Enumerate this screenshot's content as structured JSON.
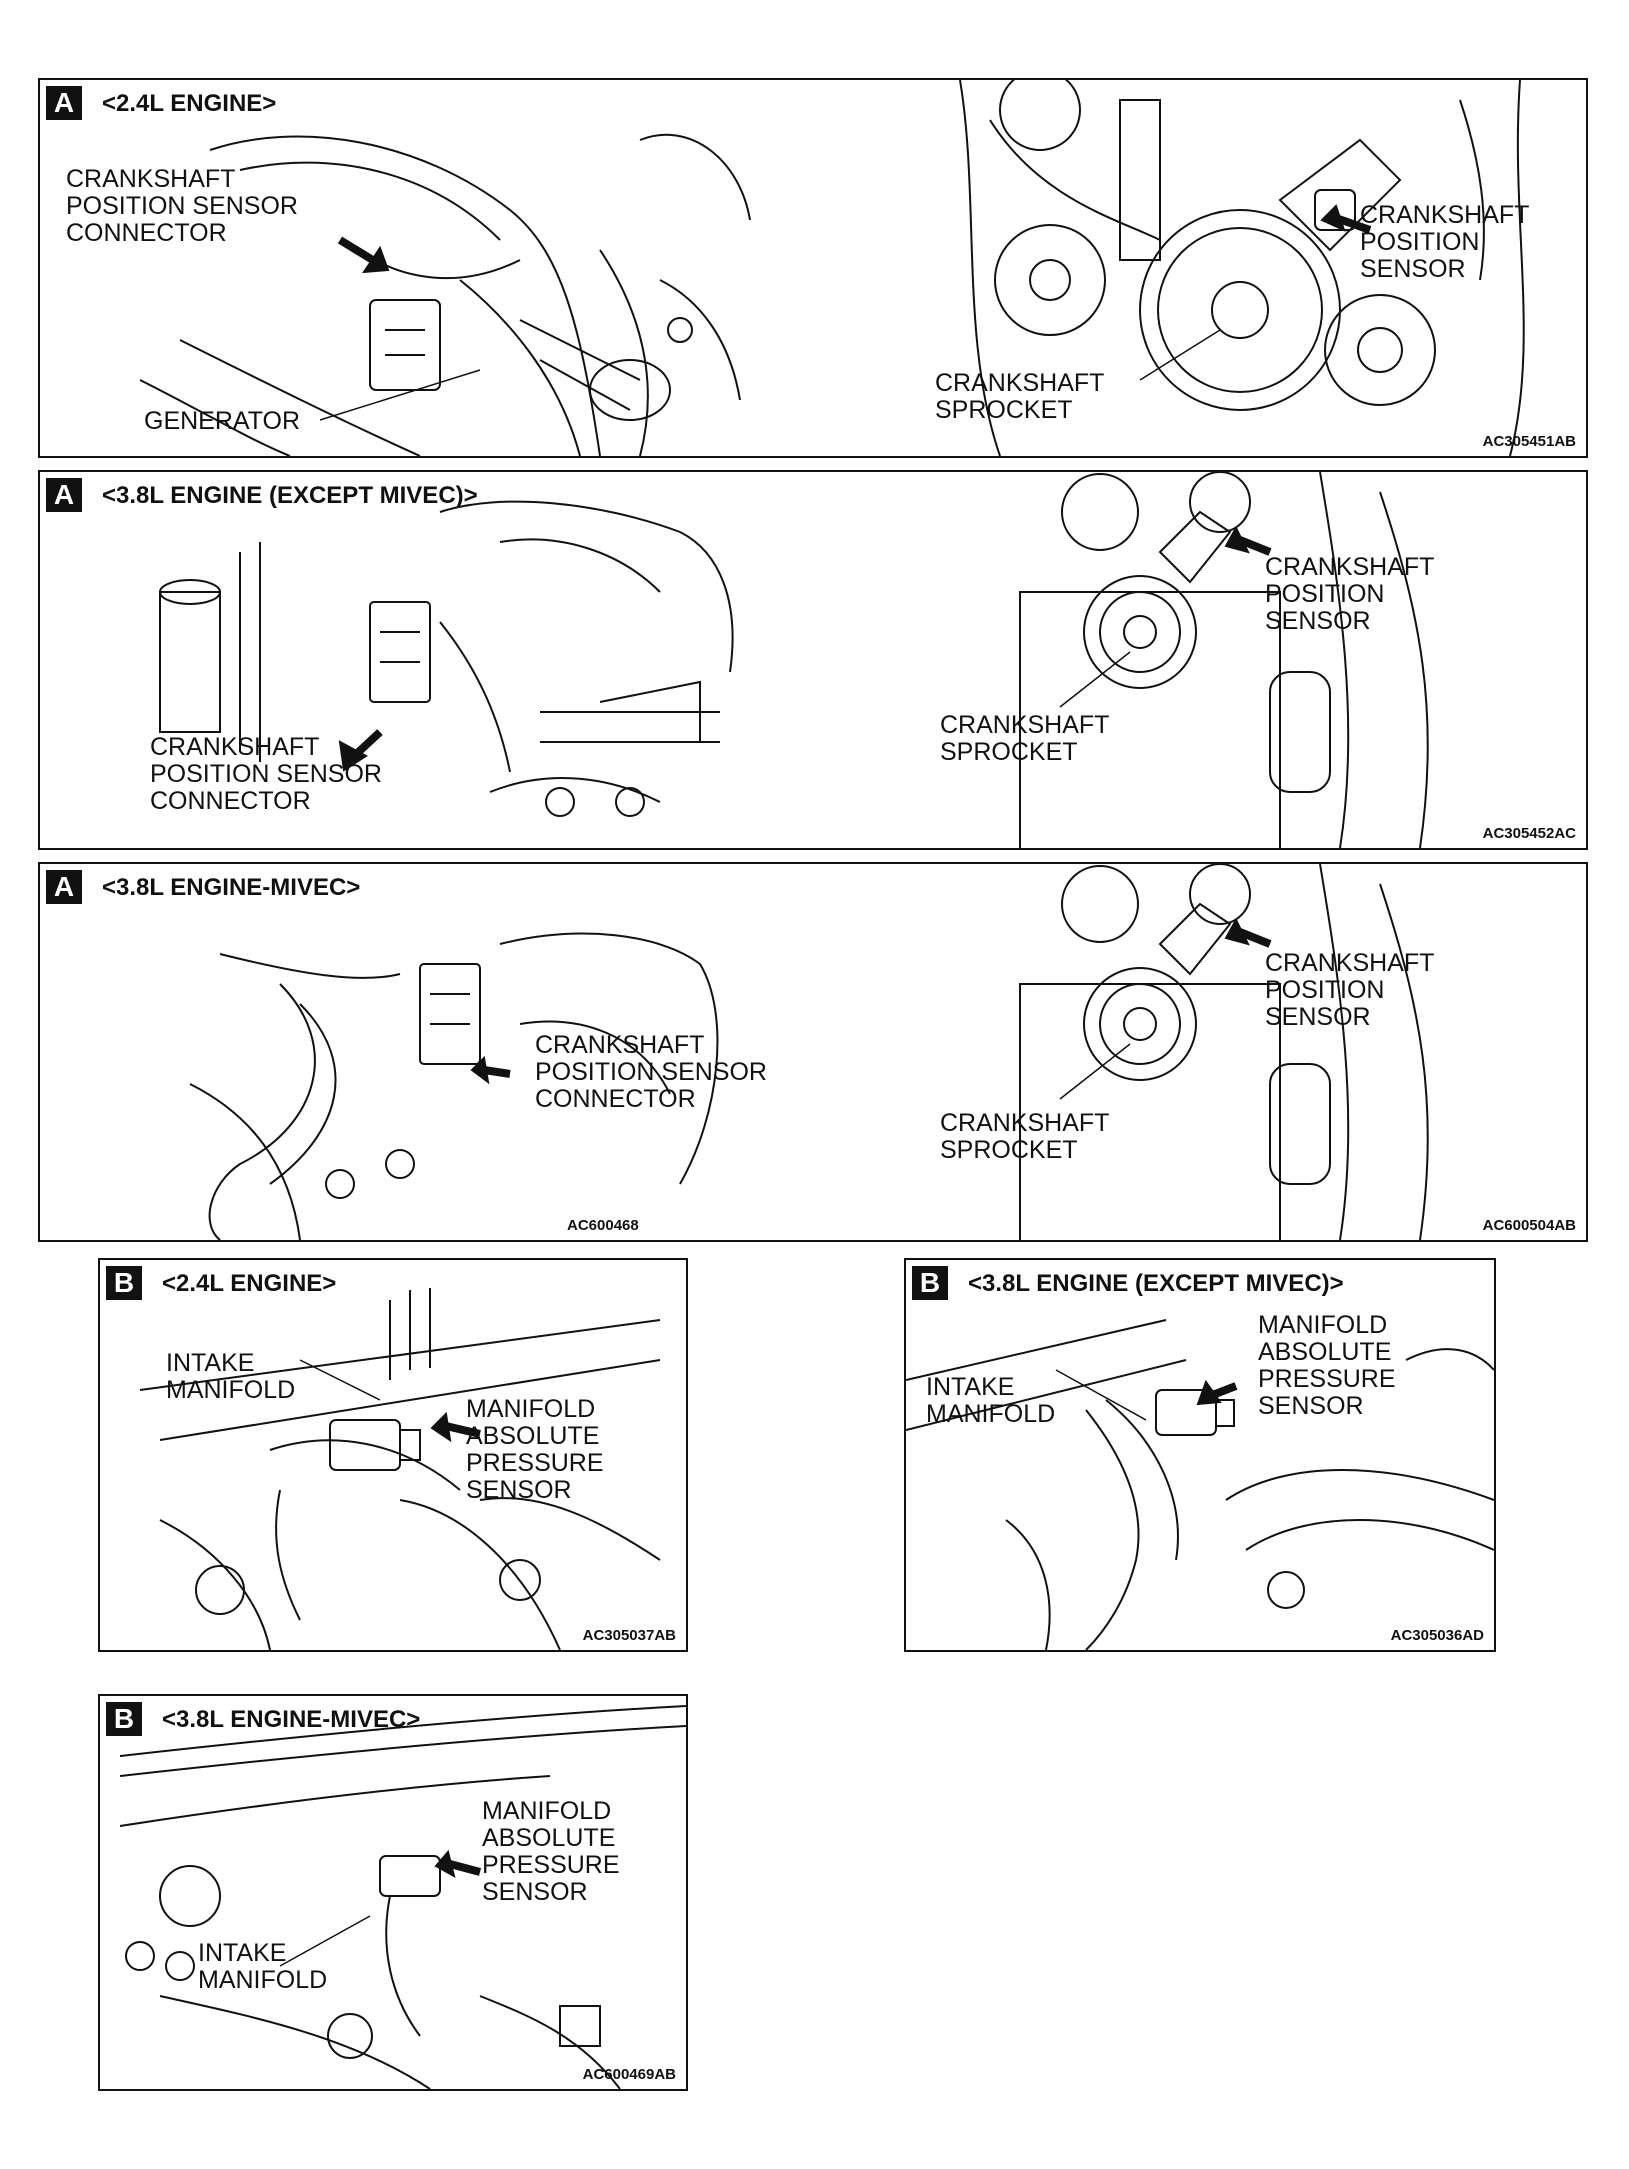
{
  "panels_a": [
    {
      "badge": "A",
      "heading": "<2.4L ENGINE>",
      "left_label": "CRANKSHAFT\nPOSITION SENSOR\nCONNECTOR",
      "left_label2": "GENERATOR",
      "right_label": "CRANKSHAFT\nPOSITION\nSENSOR",
      "right_label2": "CRANKSHAFT\nSPROCKET",
      "code": "AC305451AB"
    },
    {
      "badge": "A",
      "heading": "<3.8L ENGINE (EXCEPT MIVEC)>",
      "left_label": "CRANKSHAFT\nPOSITION SENSOR\nCONNECTOR",
      "right_label": "CRANKSHAFT\nPOSITION\nSENSOR",
      "right_label2": "CRANKSHAFT\nSPROCKET",
      "code": "AC305452AC"
    },
    {
      "badge": "A",
      "heading": "<3.8L ENGINE-MIVEC>",
      "left_label": "CRANKSHAFT\nPOSITION SENSOR\nCONNECTOR",
      "left_code": "AC600468",
      "right_label": "CRANKSHAFT\nPOSITION\nSENSOR",
      "right_label2": "CRANKSHAFT\nSPROCKET",
      "code": "AC600504AB"
    }
  ],
  "panels_b": [
    {
      "badge": "B",
      "heading": "<2.4L ENGINE>",
      "label1": "INTAKE\nMANIFOLD",
      "label2": "MANIFOLD\nABSOLUTE\nPRESSURE\nSENSOR",
      "code": "AC305037AB"
    },
    {
      "badge": "B",
      "heading": "<3.8L ENGINE (EXCEPT MIVEC)>",
      "label1": "INTAKE\nMANIFOLD",
      "label2": "MANIFOLD\nABSOLUTE\nPRESSURE\nSENSOR",
      "code": "AC305036AD"
    },
    {
      "badge": "B",
      "heading": "<3.8L ENGINE-MIVEC>",
      "label1": "INTAKE\nMANIFOLD",
      "label2": "MANIFOLD\nABSOLUTE\nPRESSURE\nSENSOR",
      "code": "AC600469AB"
    }
  ],
  "colors": {
    "ink": "#111111",
    "paper": "#ffffff"
  }
}
